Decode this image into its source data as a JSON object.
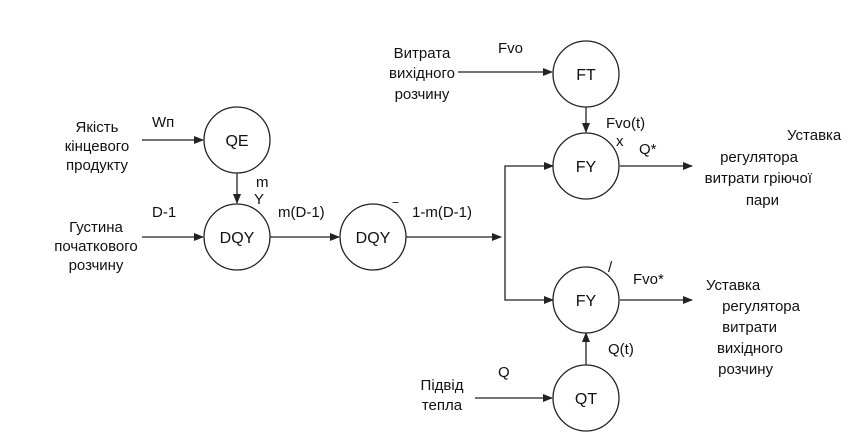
{
  "inputs": {
    "quality": [
      "Якість",
      "кінцевого",
      "продукту"
    ],
    "density": [
      "Густина",
      "початкового",
      "розчину"
    ],
    "flow": [
      "Витрата",
      "вихідного",
      "розчину"
    ],
    "heat": [
      "Підвід",
      "тепла"
    ]
  },
  "outputs": {
    "steam_setpoint": [
      "Уставка",
      "регулятора",
      "витрати гріючої",
      "пари"
    ],
    "flow_setpoint": [
      "Уставка",
      "регулятора",
      "витрати",
      "вихідного",
      "розчину"
    ]
  },
  "nodes": {
    "qe": "QE",
    "dqy1": "DQY",
    "dqy2": "DQY",
    "ft": "FT",
    "fy_top": "FY",
    "fy_bottom": "FY",
    "qt": "QT"
  },
  "signals": {
    "wn": "Wп",
    "m": "m",
    "y": "Y",
    "d1": "D-1",
    "md1": "m(D-1)",
    "minus": "‾",
    "one_minus": "1-m(D-1)",
    "fvo": "Fvo",
    "fvo_t": "Fvo(t)",
    "x": "x",
    "q_star": "Q*",
    "slash": "/",
    "fvo_star": "Fvo*",
    "q_t": "Q(t)",
    "q": "Q"
  }
}
